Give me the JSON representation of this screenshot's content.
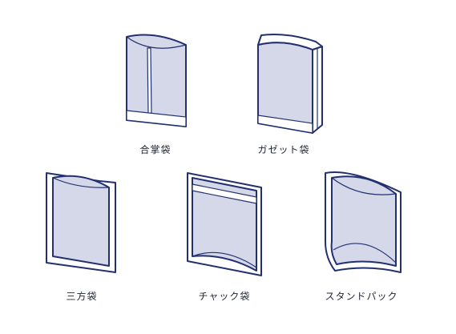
{
  "colors": {
    "outline": "#23306e",
    "fill": "#d4d8e9",
    "background": "#ffffff",
    "label": "#1f2433"
  },
  "bags": [
    {
      "id": "gassho",
      "label": "合掌袋"
    },
    {
      "id": "gusset",
      "label": "ガゼット袋"
    },
    {
      "id": "sanpo",
      "label": "三方袋"
    },
    {
      "id": "chuck",
      "label": "チャック袋"
    },
    {
      "id": "stand",
      "label": "スタンドパック"
    }
  ]
}
